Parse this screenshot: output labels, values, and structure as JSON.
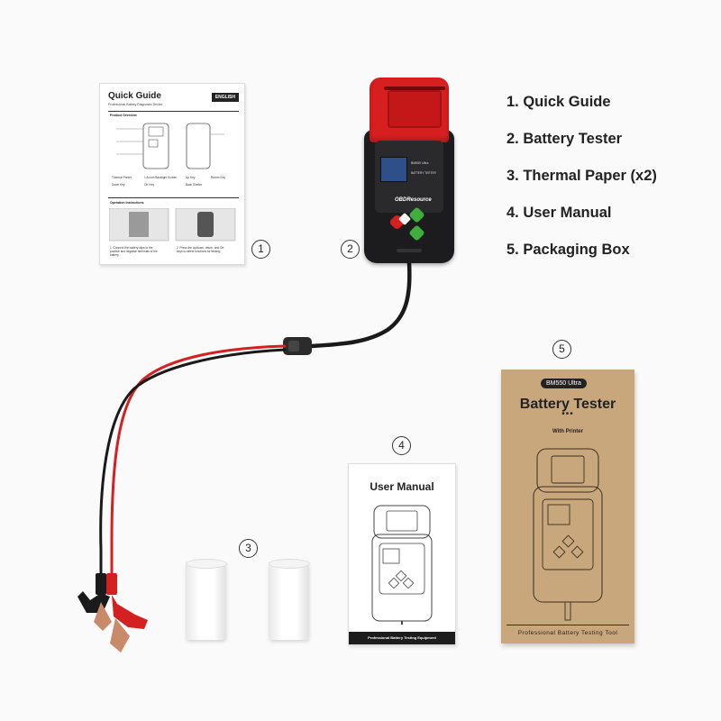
{
  "guide": {
    "title": "Quick Guide",
    "subtitle": "Professional Battery Diagnostic Device",
    "language": "ENGLISH",
    "section_overview": "Product Overview",
    "section_instructions": "Operation Instructions",
    "legend": [
      "Thermal Printer",
      "1.8-inch Backlight Screen",
      "Up Key",
      "Return Key",
      "Down Key",
      "OK Key",
      "Back Shelter"
    ],
    "caption_1": "1. Connect the battery clips to the positive and negative terminals of the battery.",
    "caption_2": "2. Press the up/down, return, and OK keys to select functions for testing."
  },
  "device": {
    "model": "BM550 Ultra",
    "label": "BATTERY TESTER",
    "brand": "OBDResource"
  },
  "callouts": [
    "1",
    "2",
    "3",
    "4",
    "5"
  ],
  "contents": [
    "1.  Quick Guide",
    "2.  Battery Tester",
    "3.  Thermal Paper (x2)",
    "4.  User Manual",
    "5.  Packaging Box"
  ],
  "manual": {
    "title": "User Manual",
    "footer": "Professional Battery Testing Equipment"
  },
  "box": {
    "model": "BM550 Ultra",
    "title": "Battery Tester",
    "dots": "•••",
    "subtitle": "With Printer",
    "footer": "Professional Battery Testing Tool"
  },
  "colors": {
    "background": "#fafafa",
    "device_red": "#d81f1f",
    "device_black": "#1c1c1e",
    "button_green": "#3fae3c",
    "cable_red": "#d42020",
    "cable_black": "#1a1a1a",
    "box_kraft": "#c8a77c"
  }
}
